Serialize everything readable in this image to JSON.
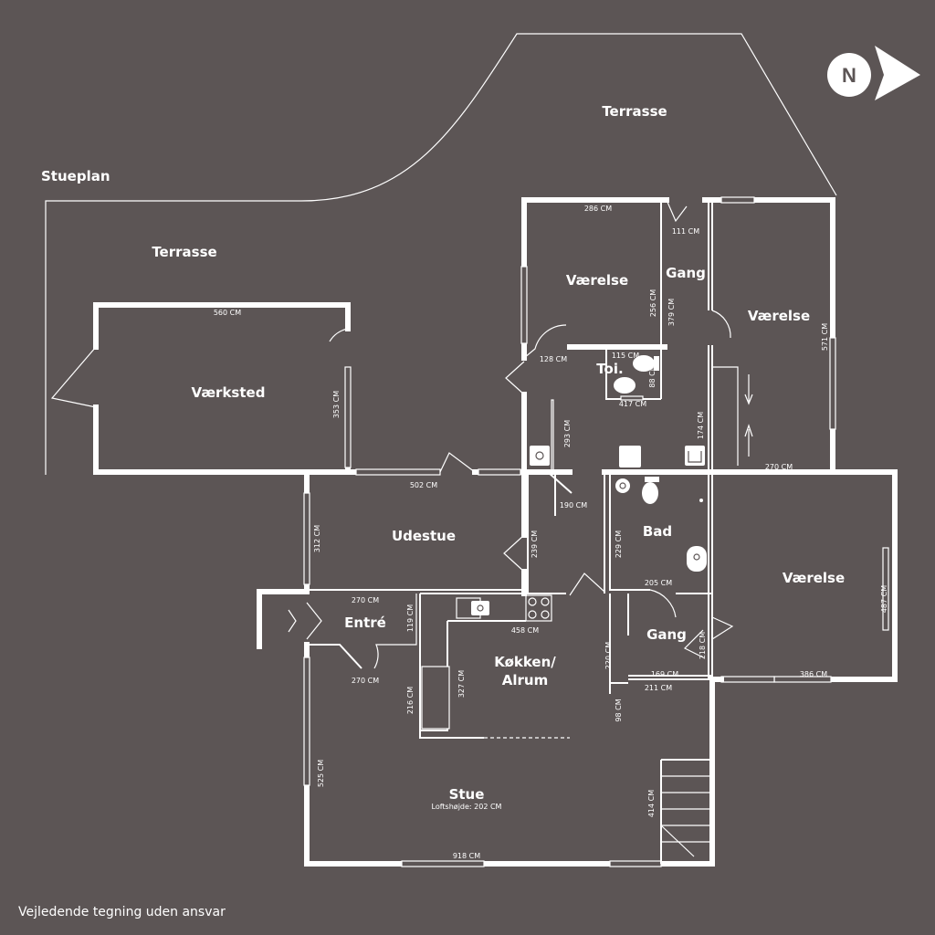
{
  "plan_title": "Stueplan",
  "disclaimer": "Vejledende tegning uden ansvar",
  "compass": {
    "letter": "N",
    "icon": "north-arrow-icon"
  },
  "colors": {
    "background": "#5c5555",
    "lines": "#ffffff"
  },
  "rooms": {
    "terrasse_top": "Terrasse",
    "terrasse_left": "Terrasse",
    "vaerksted": "Værksted",
    "vaerelse_1": "Værelse",
    "gang_1": "Gang",
    "vaerelse_2": "Værelse",
    "toi": "Toi.",
    "udestue": "Udestue",
    "bad": "Bad",
    "vaerelse_3": "Værelse",
    "entre": "Entré",
    "koekken_line1": "Køkken/",
    "koekken_line2": "Alrum",
    "gang_2": "Gang",
    "stue": "Stue",
    "stue_ceiling": "Loftshøjde: 202 CM"
  },
  "dimensions": {
    "d286": "286 CM",
    "d111": "111 CM",
    "d256": "256 CM",
    "d379": "379 CM",
    "d571": "571 CM",
    "d560": "560 CM",
    "d353": "353 CM",
    "d115": "115 CM",
    "d128": "128 CM",
    "d88": "88 CM",
    "d417": "417 CM",
    "d293": "293 CM",
    "d174": "174 CM",
    "d270a": "270 CM",
    "d502": "502 CM",
    "d190": "190 CM",
    "d312": "312 CM",
    "d239": "239 CM",
    "d229": "229 CM",
    "d205": "205 CM",
    "d487": "487 CM",
    "d270b": "270 CM",
    "d119": "119 CM",
    "d458": "458 CM",
    "d220": "220 CM",
    "d218": "218 CM",
    "d270c": "270 CM",
    "d216": "216 CM",
    "d327": "327 CM",
    "d169": "169 CM",
    "d211": "211 CM",
    "d386": "386 CM",
    "d98": "98 CM",
    "d525": "525 CM",
    "d414": "414 CM",
    "d918": "918 CM"
  }
}
